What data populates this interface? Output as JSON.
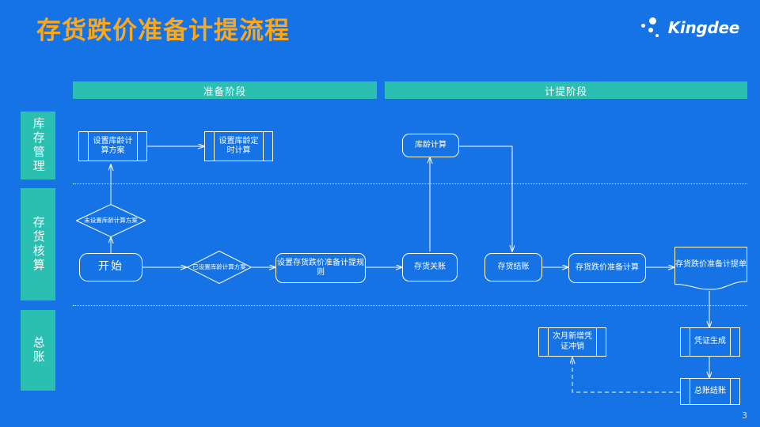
{
  "slide": {
    "title": "存货跌价准备计提流程",
    "page_number": "3",
    "brand": "Kingdee",
    "colors": {
      "background": "#1573E6",
      "title": "#FCA71C",
      "accent_teal": "#2BBFB2",
      "stroke": "#FFFFFF"
    }
  },
  "phases": [
    {
      "id": "prep",
      "label": "准备阶段"
    },
    {
      "id": "accrual",
      "label": "计提阶段"
    }
  ],
  "lanes": [
    {
      "id": "inventory-management",
      "label": "库存管理"
    },
    {
      "id": "inventory-accounting",
      "label": "存货核算"
    },
    {
      "id": "general-ledger",
      "label": "总账"
    }
  ],
  "nodes": {
    "set_aging_scheme": "设置库龄计算方案",
    "set_aging_timer": "设置库龄定时计算",
    "aging_calc": "库龄计算",
    "start": "开始",
    "decision_not_set": "未设置库龄计算方案",
    "decision_set": "已设置库龄计算方案",
    "set_rule": "设置存货跌价准备计提规则",
    "inv_close": "存货关账",
    "inv_settle": "存货结账",
    "provision_calc": "存货跌价准备计算",
    "provision_doc": "存货跌价准备计提单",
    "next_month_reverse": "次月新增凭证冲销",
    "voucher_gen": "凭证生成",
    "gl_close": "总账结账"
  }
}
